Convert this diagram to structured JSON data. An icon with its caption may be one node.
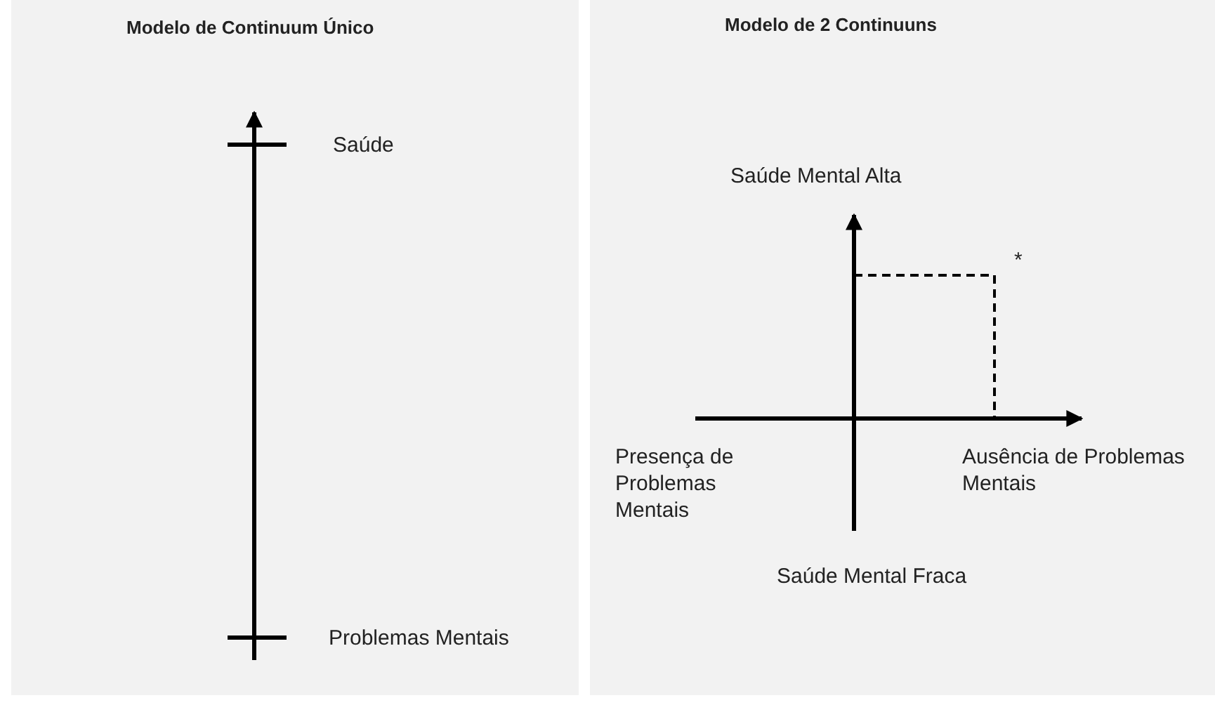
{
  "diagram": {
    "labels": [
      "Modelo de Continuum Único",
      "Saúde",
      "Problemas Mentais",
      "Modelo de 2 Continuuns",
      "Saúde Mental Alta",
      "*",
      "Presença de Problemas Mentais",
      "Ausência de Problemas Mentais",
      "Saúde Mental Fraca"
    ]
  }
}
